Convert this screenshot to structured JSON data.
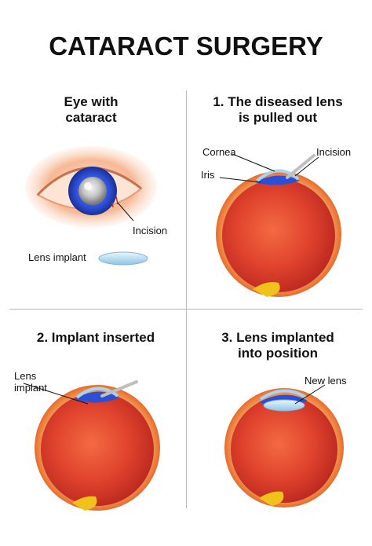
{
  "title": "CATARACT SURGERY",
  "panels": [
    {
      "title_lines": [
        "Eye with",
        "cataract"
      ],
      "labels": {
        "incision": "Incision",
        "lens_implant": "Lens implant"
      }
    },
    {
      "title_lines": [
        "1. The diseased lens",
        "is pulled out"
      ],
      "labels": {
        "cornea": "Cornea",
        "incision": "Incision",
        "iris": "Iris"
      }
    },
    {
      "title_lines": [
        "2. Implant inserted"
      ],
      "labels": {
        "lens_implant_lines": [
          "Lens",
          "implant"
        ]
      }
    },
    {
      "title_lines": [
        "3. Lens implanted",
        "into position"
      ],
      "labels": {
        "new_lens": "New lens"
      }
    }
  ],
  "colors": {
    "eyeball": "#d9372a",
    "eyeball_rim": "#f07d34",
    "iris_blue": "#2c4fd6",
    "skin": "#f5b08a",
    "lens": "#a8d4ee",
    "instrument": "#d8d8d8",
    "nerve": "#f2c21c"
  }
}
